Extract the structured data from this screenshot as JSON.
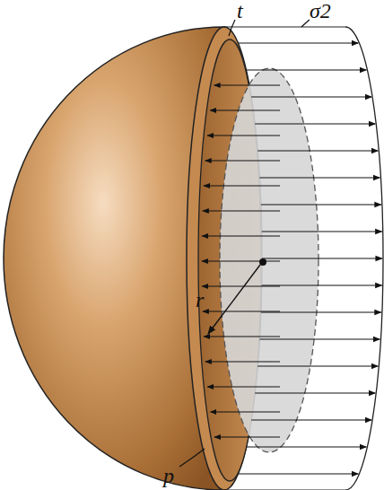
{
  "diagram": {
    "labels": [
      "t",
      "σ2",
      "r",
      "p"
    ]
  }
}
